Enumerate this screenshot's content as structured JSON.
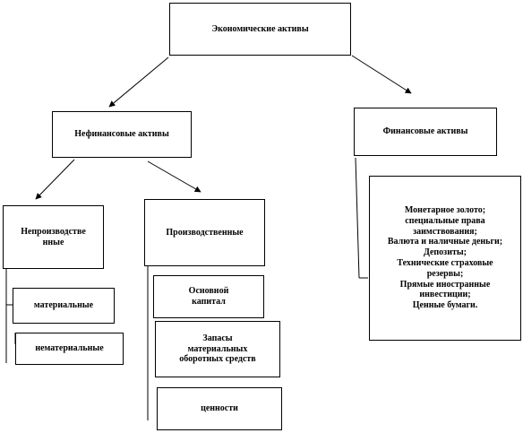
{
  "diagram": {
    "root": {
      "label": "Экономические активы"
    },
    "nonfinancial": {
      "label": "Нефинансовые активы",
      "nonproduced": {
        "label": "Непроизводстве нные",
        "children": [
          {
            "label": "материальные"
          },
          {
            "label": "нематериальные"
          }
        ]
      },
      "produced": {
        "label": "Производственные",
        "children": [
          {
            "label": "Основной капитал"
          },
          {
            "label": "Запасы материальных оборотных средств"
          },
          {
            "label": "ценности"
          }
        ]
      }
    },
    "financial": {
      "label": "Финансовые активы",
      "items": [
        "Монетарное золото; специальные права заимствования;",
        "Валюта и наличные деньги;",
        "Депозиты;",
        "Технические страховые резервы;",
        "Прямые иностранные инвестиции;",
        "Ценные бумаги."
      ]
    }
  },
  "colors": {
    "line": "#000000",
    "box_border": "#000000",
    "background": "#ffffff"
  }
}
